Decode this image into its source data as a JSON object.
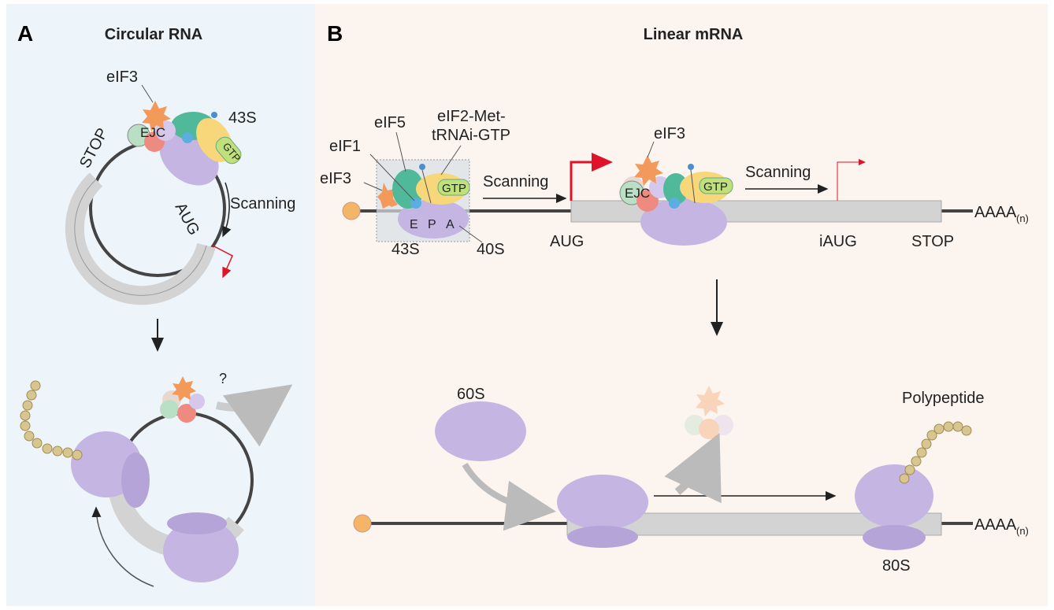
{
  "panel_a": {
    "letter": "A",
    "title": "Circular RNA",
    "labels": {
      "eif3": "eIF3",
      "s43": "43S",
      "ejc": "EJC",
      "gtp": "GTP",
      "stop": "STOP",
      "aug": "AUG",
      "scanning": "Scanning",
      "question": "?"
    }
  },
  "panel_b": {
    "letter": "B",
    "title": "Linear mRNA",
    "top": {
      "eif5": "eIF5",
      "eif2_line1": "eIF2-Met-",
      "eif2_line2": "tRNAi-GTP",
      "eif1": "eIF1",
      "eif3": "eIF3",
      "gtp": "GTP",
      "e": "E",
      "p": "P",
      "a": "A",
      "s43": "43S",
      "s40": "40S",
      "scanning1": "Scanning",
      "aug": "AUG",
      "eif3_b": "eIF3",
      "ejc": "EJC",
      "gtp_b": "GTP",
      "scanning2": "Scanning",
      "iaug": "iAUG",
      "stop": "STOP",
      "polya": "AAAA",
      "polya_sub": "(n)"
    },
    "bottom": {
      "s60": "60S",
      "polypeptide": "Polypeptide",
      "s80": "80S",
      "polya": "AAAA",
      "polya_sub": "(n)"
    }
  },
  "colors": {
    "panel_a_bg": "#edf5fa",
    "panel_b_bg": "#fcf4ef",
    "ribosome": "#c4b5e3",
    "mrna_cds": "#d3d3d3",
    "cap": "#f5b567",
    "eif3": "#f39a5a",
    "ejc_green": "#b9e0c4",
    "ejc_red": "#ee8a80",
    "eif5": "#4fb99a",
    "eif2": "#f8d77a",
    "gtp": "#bfe07a",
    "eif1": "#5aaee0",
    "start_arrow": "#e0122a",
    "bead": "#d8c690"
  }
}
